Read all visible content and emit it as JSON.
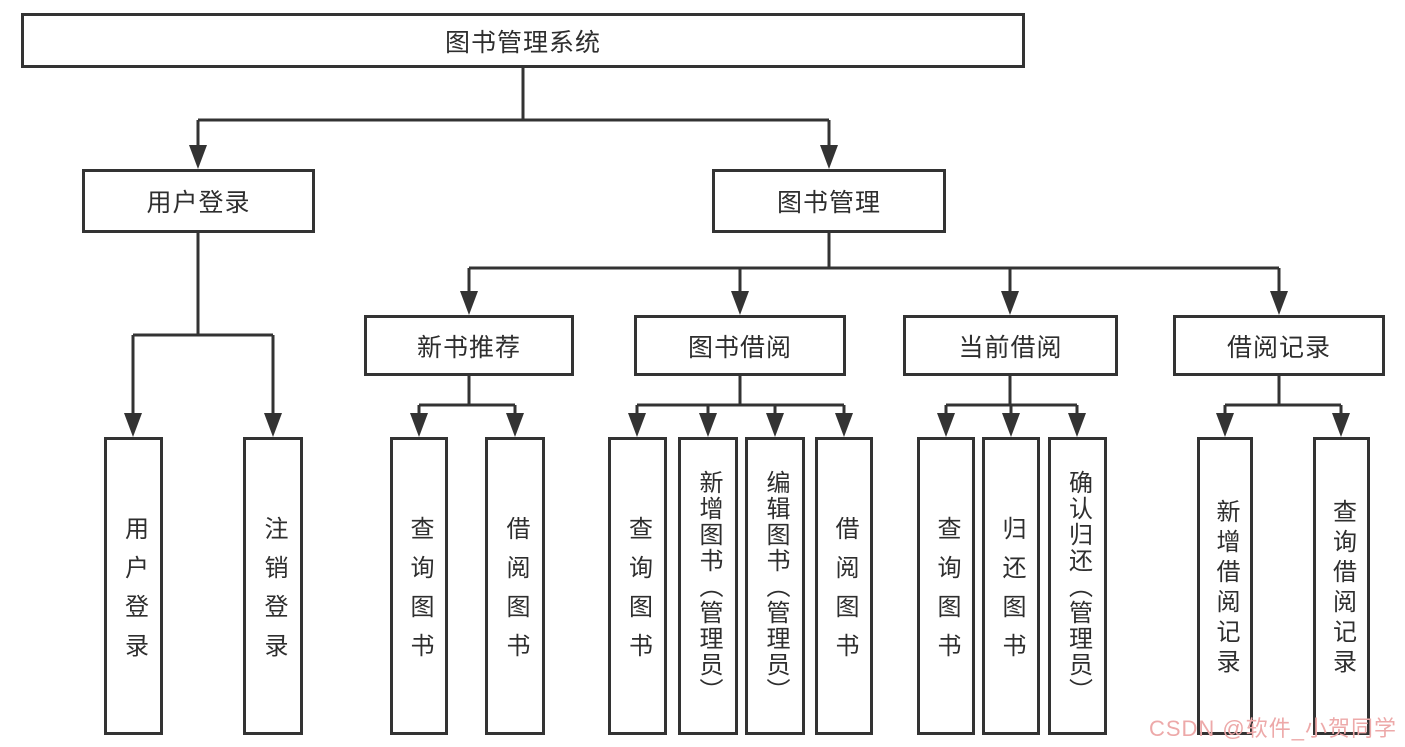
{
  "tree": {
    "root": "图书管理系统",
    "branches": [
      {
        "label": "用户登录",
        "children": [
          "用户登录",
          "注销登录"
        ]
      },
      {
        "label": "图书管理",
        "children": [
          {
            "label": "新书推荐",
            "children": [
              "查询图书",
              "借阅图书"
            ]
          },
          {
            "label": "图书借阅",
            "children": [
              "查询图书",
              "新增图书（管理员）",
              "编辑图书（管理员）",
              "借阅图书"
            ]
          },
          {
            "label": "当前借阅",
            "children": [
              "查询图书",
              "归还图书",
              "确认归还（管理员）"
            ]
          },
          {
            "label": "借阅记录",
            "children": [
              "新增借阅记录",
              "查询借阅记录"
            ]
          }
        ]
      }
    ]
  },
  "watermark": {
    "text": "CSDN @软件_小贺同学"
  },
  "colors": {
    "line": "#333333",
    "box_border": "#333333",
    "text": "#2e2e2e",
    "background": "#ffffff",
    "watermark": "#eda9a9"
  }
}
